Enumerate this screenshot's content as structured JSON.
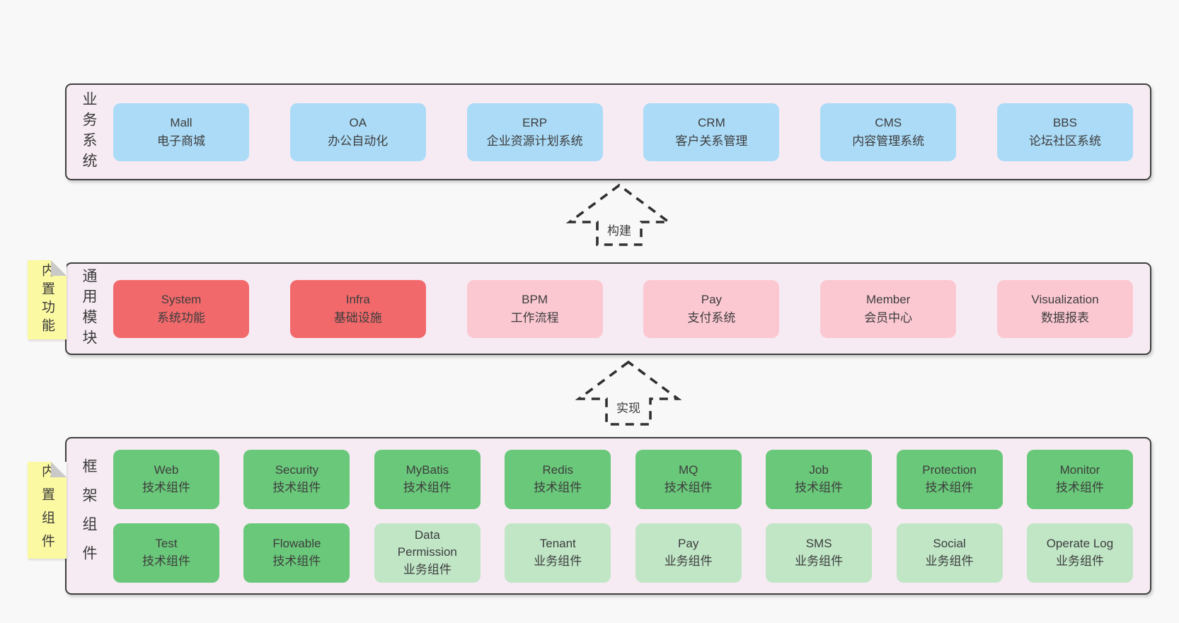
{
  "colors": {
    "page_bg": "#f8f8f8",
    "container_bg": "#f7ebf3",
    "container_border": "#3f3f3f",
    "blue_box": "#abdbf7",
    "red_box": "#f2696b",
    "pink_box": "#fbc8d2",
    "green_box": "#6ac87a",
    "light_green_box": "#c0e6c6",
    "sticky_yellow": "#fbf9a2",
    "sticky_fold_grey": "#c9c9c9",
    "text": "#3d3d3d"
  },
  "business_layer": {
    "label": "业务系统",
    "boxes": [
      {
        "en": "Mall",
        "zh": "电子商城"
      },
      {
        "en": "OA",
        "zh": "办公自动化"
      },
      {
        "en": "ERP",
        "zh": "企业资源计划系统"
      },
      {
        "en": "CRM",
        "zh": "客户关系管理"
      },
      {
        "en": "CMS",
        "zh": "内容管理系统"
      },
      {
        "en": "BBS",
        "zh": "论坛社区系统"
      }
    ]
  },
  "arrow_build": {
    "label": "构建"
  },
  "module_layer": {
    "label": "通用模块",
    "sticky": "内置功能",
    "boxes": [
      {
        "en": "System",
        "zh": "系统功能"
      },
      {
        "en": "Infra",
        "zh": "基础设施"
      },
      {
        "en": "BPM",
        "zh": "工作流程"
      },
      {
        "en": "Pay",
        "zh": "支付系统"
      },
      {
        "en": "Member",
        "zh": "会员中心"
      },
      {
        "en": "Visualization",
        "zh": "数据报表"
      }
    ]
  },
  "arrow_implement": {
    "label": "实现"
  },
  "component_layer": {
    "label": "框架组件",
    "sticky": "内置组件",
    "row1": [
      {
        "en": "Web",
        "zh": "技术组件"
      },
      {
        "en": "Security",
        "zh": "技术组件"
      },
      {
        "en": "MyBatis",
        "zh": "技术组件"
      },
      {
        "en": "Redis",
        "zh": "技术组件"
      },
      {
        "en": "MQ",
        "zh": "技术组件"
      },
      {
        "en": "Job",
        "zh": "技术组件"
      },
      {
        "en": "Protection",
        "zh": "技术组件"
      },
      {
        "en": "Monitor",
        "zh": "技术组件"
      }
    ],
    "row2": [
      {
        "en": "Test",
        "zh": "技术组件"
      },
      {
        "en": "Flowable",
        "zh": "技术组件"
      },
      {
        "en": "Data Permission",
        "zh": "业务组件"
      },
      {
        "en": "Tenant",
        "zh": "业务组件"
      },
      {
        "en": "Pay",
        "zh": "业务组件"
      },
      {
        "en": "SMS",
        "zh": "业务组件"
      },
      {
        "en": "Social",
        "zh": "业务组件"
      },
      {
        "en": "Operate Log",
        "zh": "业务组件"
      }
    ]
  }
}
